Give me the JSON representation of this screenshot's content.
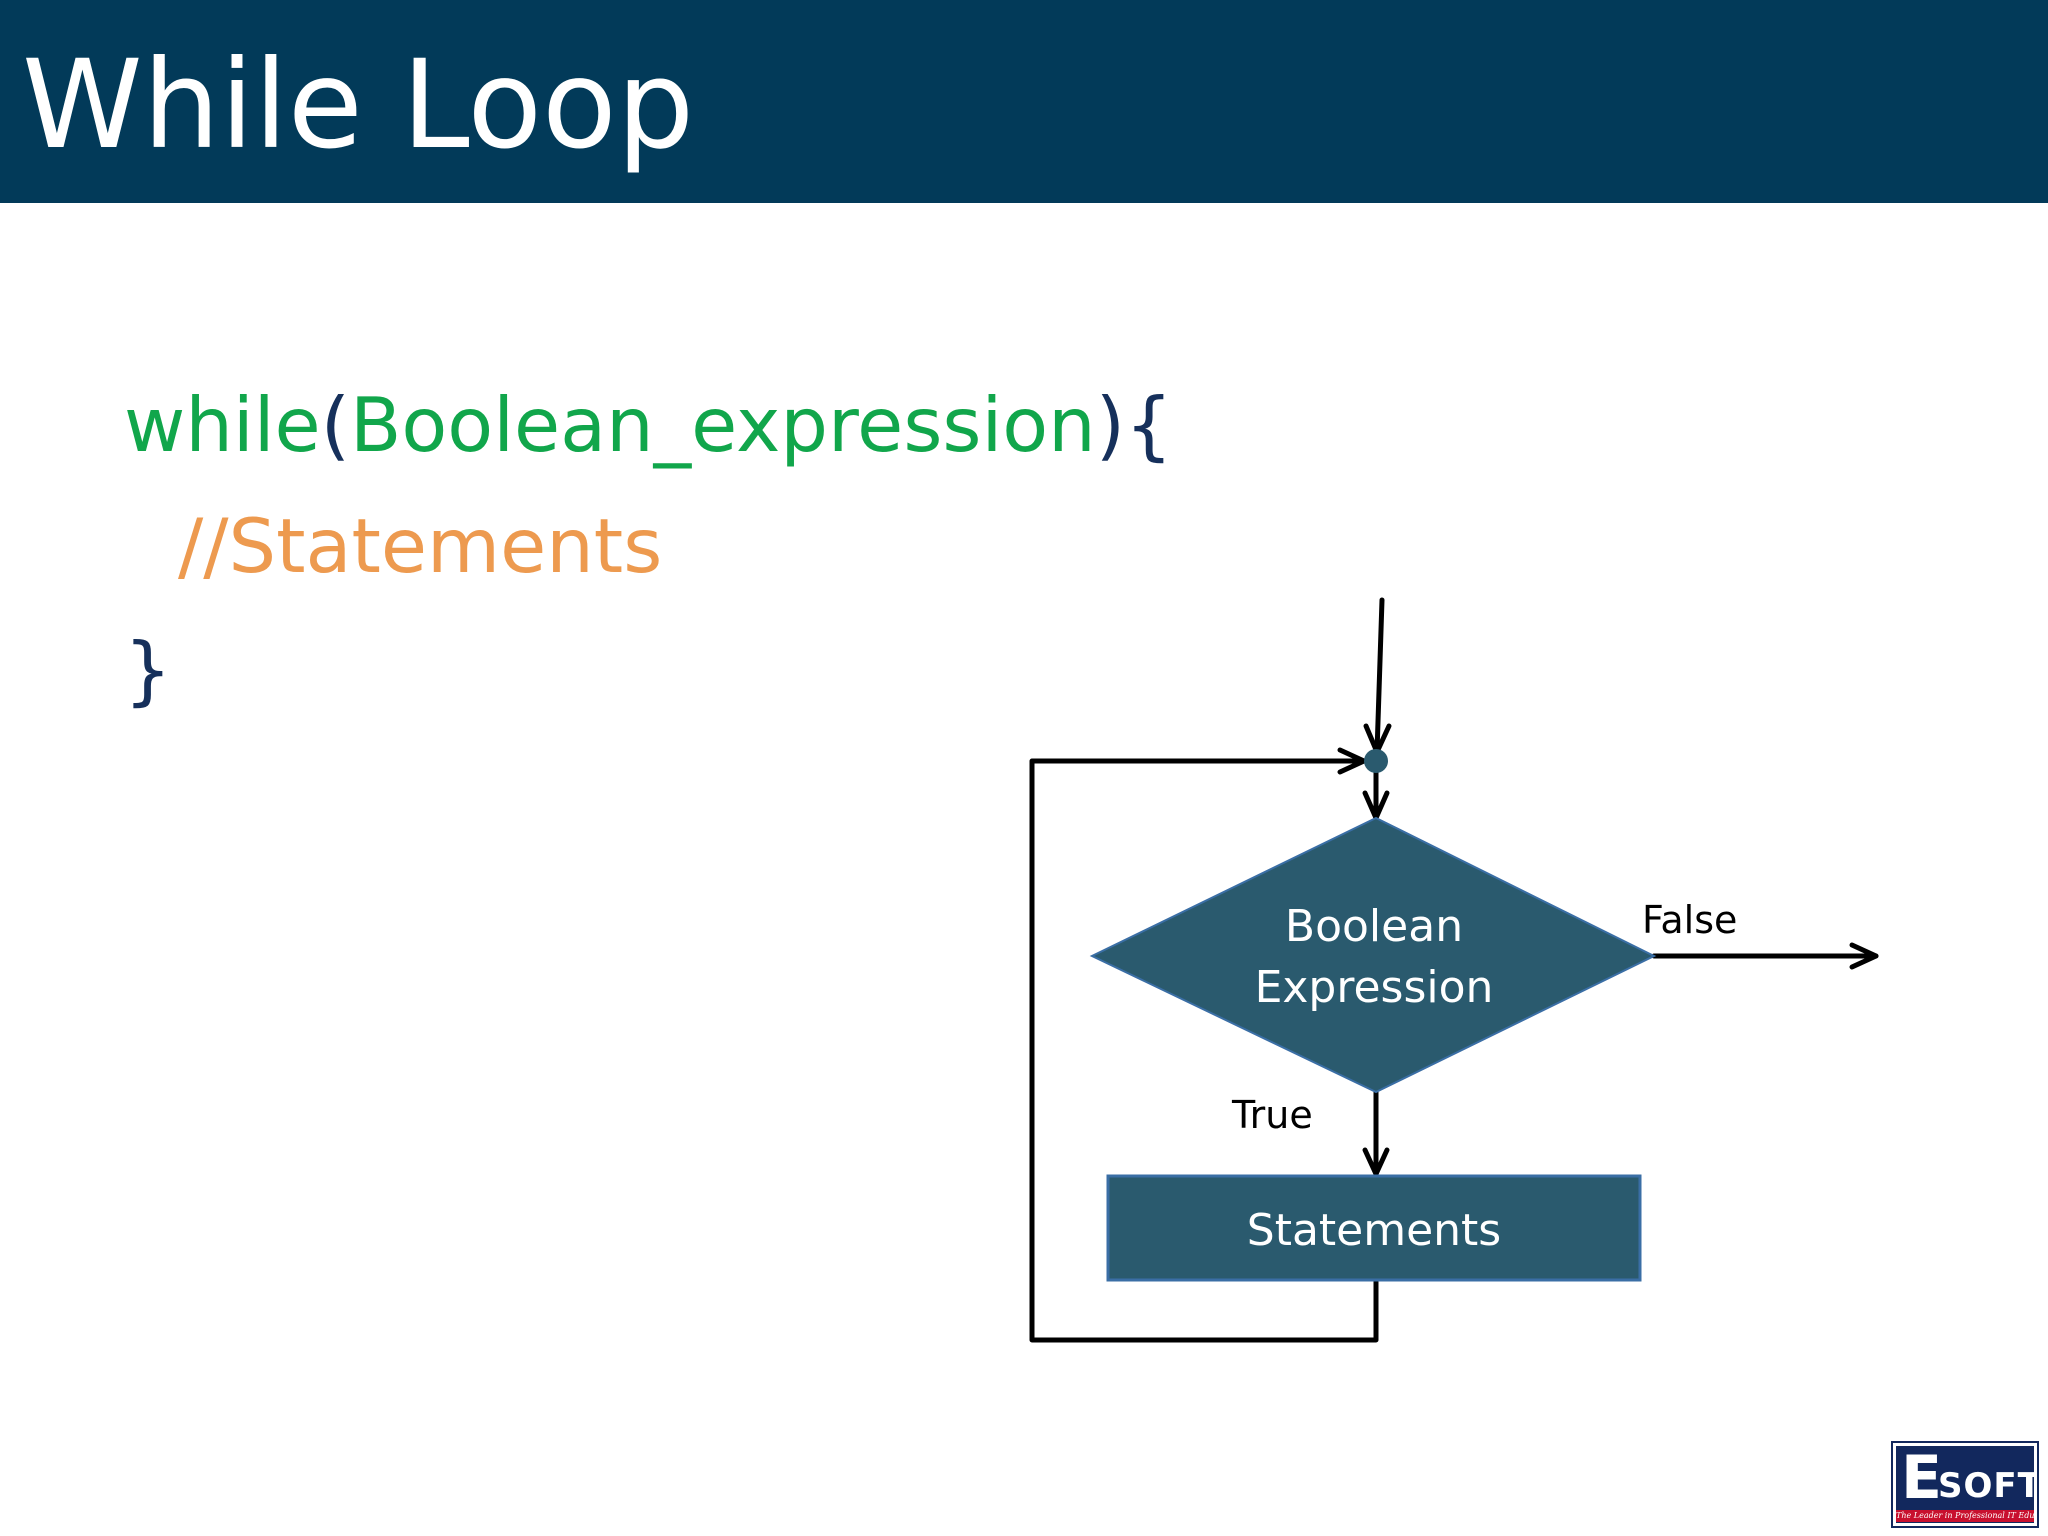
{
  "slide": {
    "title": "While Loop"
  },
  "code": {
    "keyword": "while",
    "open_paren": "(",
    "condition": "Boolean_expression",
    "close_paren_brace": "){",
    "comment": "//Statements",
    "close_brace": "}"
  },
  "diagram": {
    "decision_line1": "Boolean",
    "decision_line2": "Expression",
    "false_label": "False",
    "true_label": "True",
    "process_label": "Statements",
    "node_color": "#2a5a6e",
    "node_border": "#3a6ea5",
    "line_color": "#000000"
  },
  "logo": {
    "letter": "E",
    "wordmark": "SOFT",
    "tagline": "The Leader in Professional IT Education"
  },
  "colors": {
    "title_bar": "#023a59",
    "keyword": "#11a64b",
    "bracket": "#16305b",
    "comment": "#ed9a4f"
  }
}
